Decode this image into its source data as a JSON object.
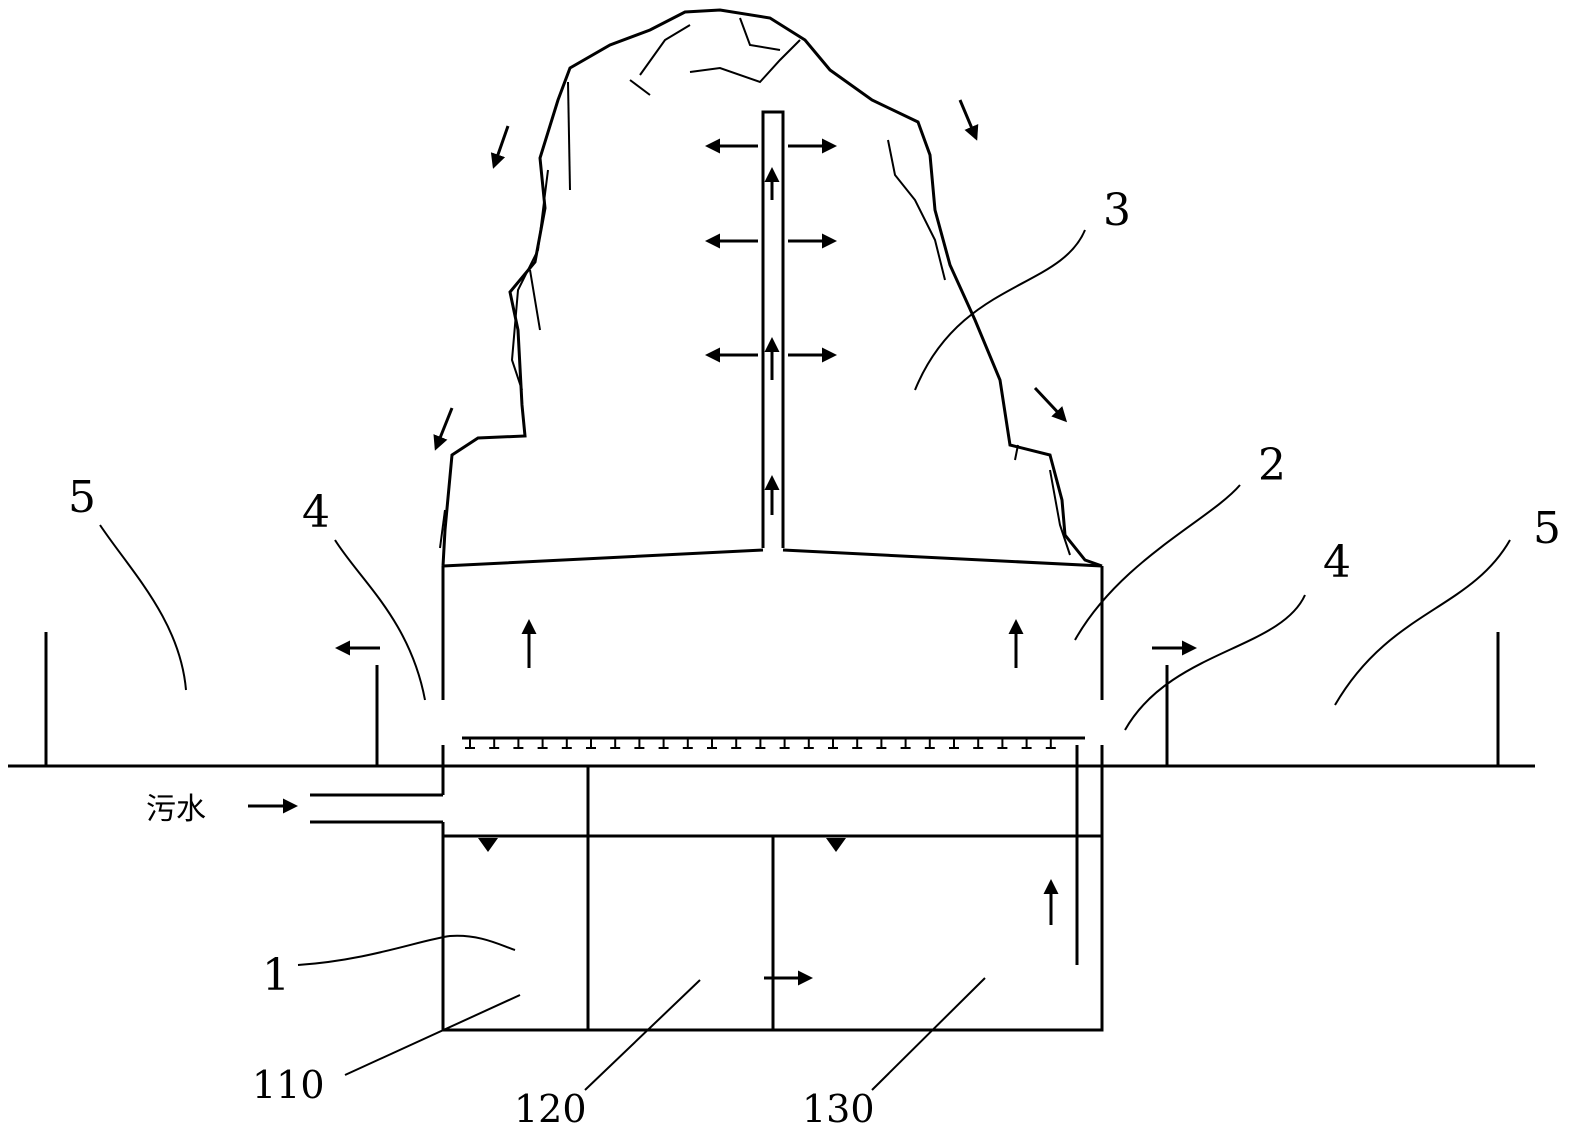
{
  "labels": {
    "tank": "1",
    "base": "2",
    "rockery": "3",
    "gap": "4",
    "planting": "5",
    "chamber_1": "110",
    "chamber_2": "120",
    "chamber_3": "130"
  },
  "inlet": {
    "text": "污水"
  },
  "colors": {
    "ink": "#000000",
    "background": "#ffffff"
  }
}
